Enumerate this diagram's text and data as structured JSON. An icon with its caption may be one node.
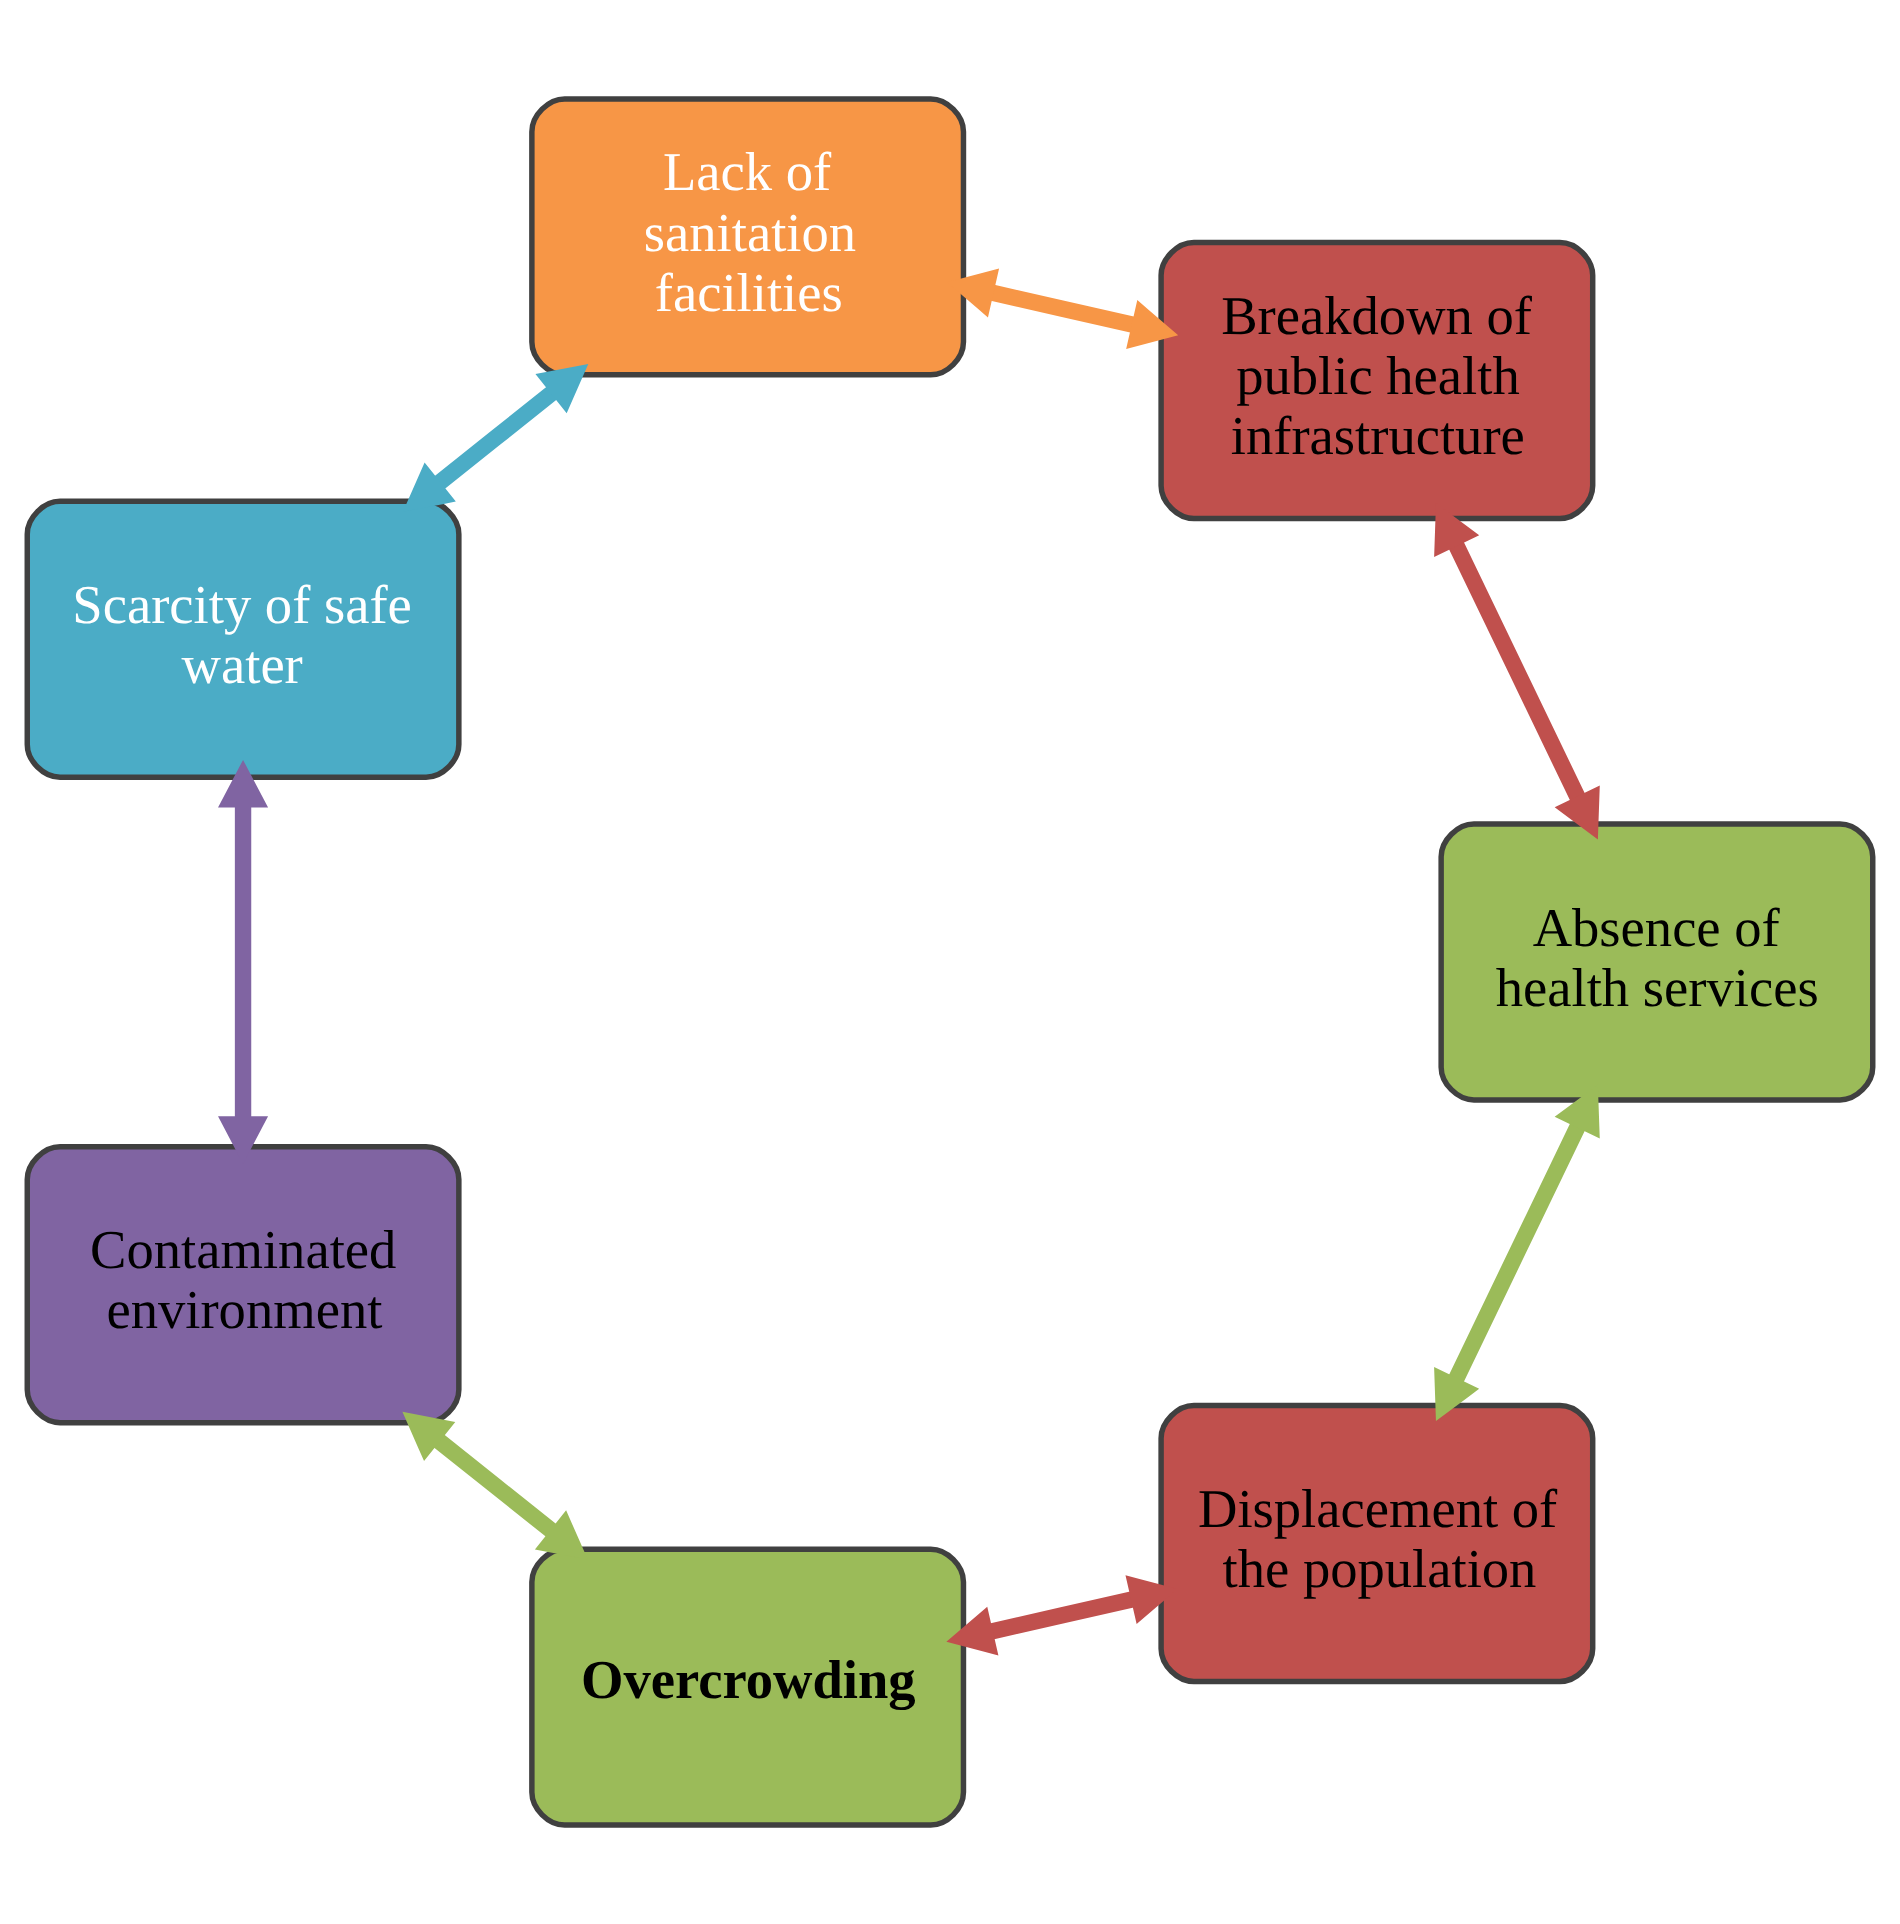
{
  "diagram": {
    "nodes": [
      {
        "text": [
          "Displacement of the population"
        ]
      },
      {
        "text": [
          "Absence of health services"
        ]
      },
      {
        "text": [
          "Overcrowding"
        ]
      },
      {
        "text": [
          "Breakdown of public health infrastructure"
        ]
      },
      {
        "text": [
          "Contaminated environment"
        ]
      },
      {
        "text": [
          "Lack of sanitation facilities"
        ]
      },
      {
        "text": [
          "Scarcity of safe water"
        ]
      }
    ],
    "edges": [
      {
        "from": 0,
        "to": 2,
        "arrow": "both",
        "color": "#c0504d"
      },
      {
        "from": 2,
        "to": 4,
        "arrow": "both",
        "color": "#9bbb59"
      },
      {
        "from": 4,
        "to": 6,
        "arrow": "both",
        "color": "#8064a2"
      },
      {
        "from": 6,
        "to": 5,
        "arrow": "both",
        "color": "#4bacc6"
      },
      {
        "from": 5,
        "to": 3,
        "arrow": "both",
        "color": "#f79646"
      },
      {
        "from": 3,
        "to": 1,
        "arrow": "both",
        "color": "#c0504d"
      },
      {
        "from": 1,
        "to": 0,
        "arrow": "both",
        "color": "#9bbb59"
      }
    ]
  }
}
